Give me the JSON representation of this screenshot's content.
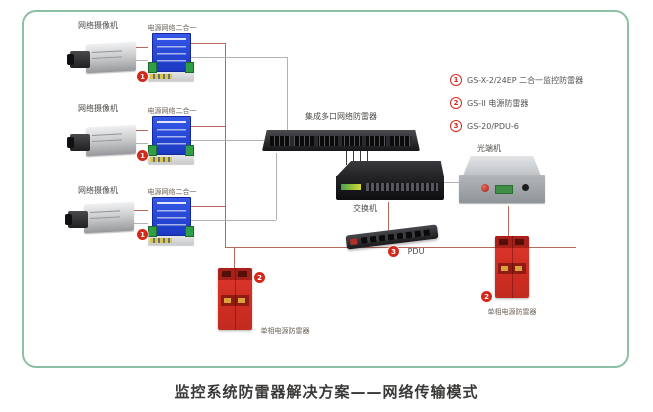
{
  "title": "监控系统防雷器解决方案——网络传输模式",
  "labels": {
    "camera": "网络摄像机",
    "combo": "电源网络二合一",
    "rack": "集成多口网络防雷器",
    "switch": "交换机",
    "pdu": "PDU",
    "optical": "光端机",
    "power_spd": "单相电源防雷器"
  },
  "markers": {
    "combo": "1",
    "power": "2",
    "pdu": "3"
  },
  "legend": {
    "items": [
      {
        "num": "1",
        "label": "GS-X-2/24EP 二合一监控防雷器"
      },
      {
        "num": "2",
        "label": "GS-II 电源防雷器"
      },
      {
        "num": "3",
        "label": "GS-20/PDU-6"
      }
    ]
  },
  "colors": {
    "frame_green": "#8cbfa4",
    "wire_power": "#b5685c",
    "wire_network": "#b3b3b3",
    "marker_red": "#d4281b",
    "combo_blue": "#2145d6",
    "spd_red": "#cf2d22"
  }
}
